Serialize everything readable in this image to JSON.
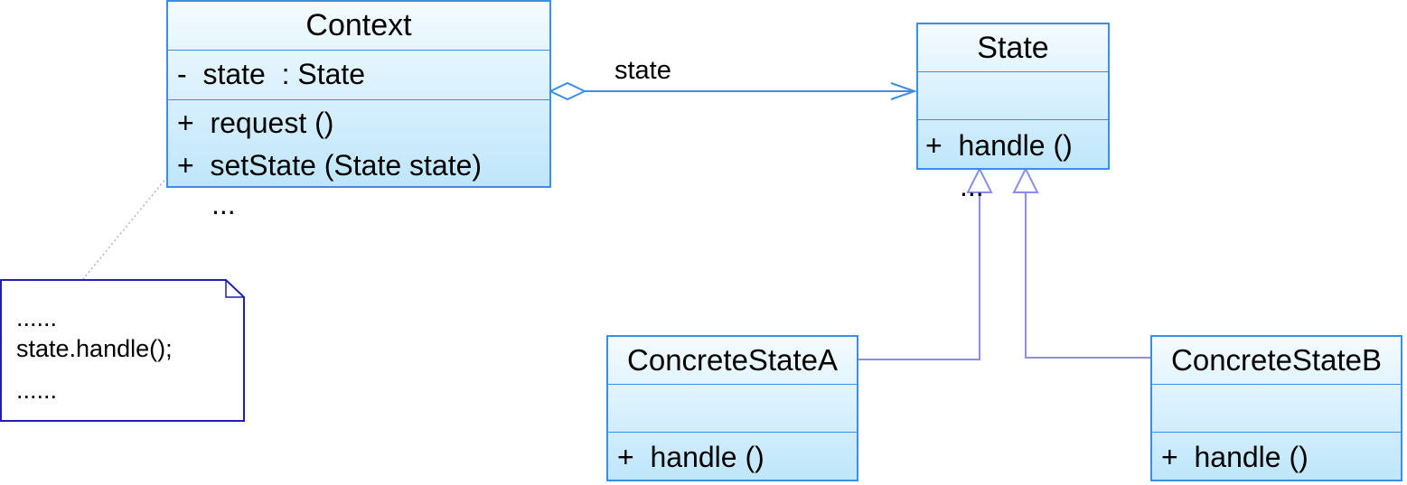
{
  "context": {
    "name": "Context",
    "attributes": [
      "-  state  : State"
    ],
    "operations": [
      "+  request ()",
      "+  setState (State state)"
    ],
    "ellipsis": "..."
  },
  "state": {
    "name": "State",
    "operations": [
      "+  handle ()"
    ],
    "ellipsis": "..."
  },
  "concrete_a": {
    "name": "ConcreteStateA",
    "operations": [
      "+  handle ()"
    ]
  },
  "concrete_b": {
    "name": "ConcreteStateB",
    "operations": [
      "+  handle ()"
    ]
  },
  "association": {
    "label": "state"
  },
  "note": {
    "lines": [
      "......",
      "state.handle();",
      "......"
    ]
  },
  "colors": {
    "class_border": "#3a8ee6",
    "class_fill_top": "#f4fbff",
    "class_fill_bottom": "#bfe6fb",
    "generalization": "#8a8ee8",
    "note_border": "#1f1fb0",
    "note_link": "#b0b0c0"
  }
}
